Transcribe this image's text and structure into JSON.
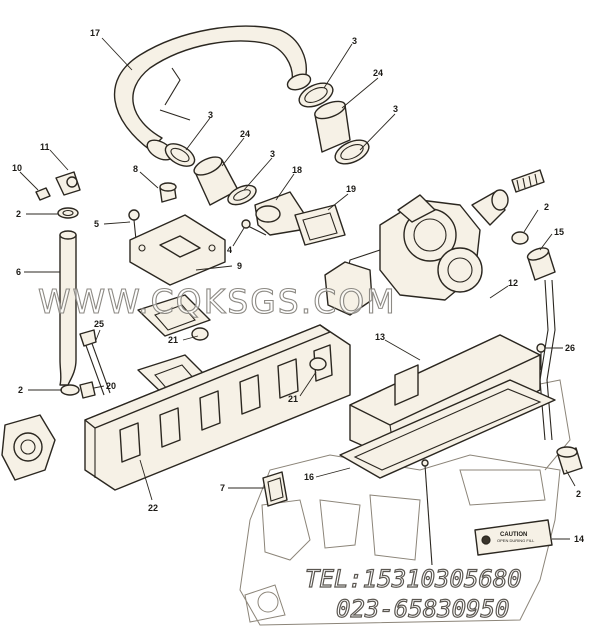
{
  "diagram": {
    "watermark": "WWW.CQKSGS.COM",
    "contact": {
      "tel": "TEL:15310305680",
      "phone": "023-65830950"
    },
    "caution_label": {
      "title": "CAUTION",
      "subtitle": "OPEN DURING FILL"
    },
    "callouts": {
      "c1": "17",
      "c2": "3",
      "c3": "24",
      "c4": "3",
      "c5": "3",
      "c6": "24",
      "c7": "3",
      "c8": "18",
      "c9": "11",
      "c10": "10",
      "c11": "8",
      "c12": "19",
      "c13": "2",
      "c14": "5",
      "c15": "2",
      "c16": "15",
      "c17": "4",
      "c18": "9",
      "c19": "6",
      "c20": "12",
      "c21": "25",
      "c22": "21",
      "c23": "13",
      "c24": "26",
      "c25": "2",
      "c26": "20",
      "c27": "21",
      "c28": "7",
      "c29": "16",
      "c30": "22",
      "c31": "2",
      "c32": "14"
    }
  }
}
